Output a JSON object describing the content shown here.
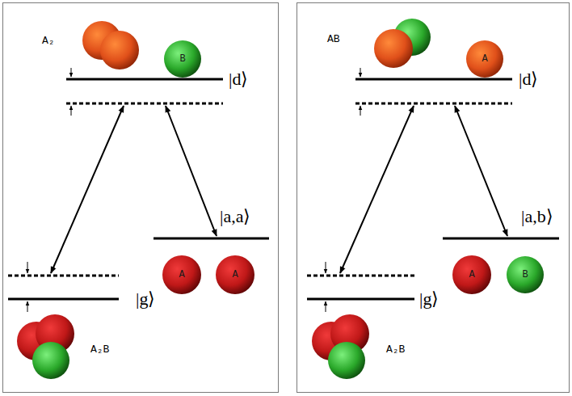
{
  "diagram": {
    "nodes": [
      {
        "text": [
          "B"
        ]
      },
      {
        "text": [
          "A"
        ]
      },
      {
        "text": [
          "A"
        ]
      },
      {
        "text": [
          "A"
        ]
      },
      {
        "text": [
          "A"
        ]
      },
      {
        "text": [
          "B"
        ]
      }
    ],
    "labels": [
      "A₂",
      "|d⟩",
      "|a,a⟩",
      "|g⟩",
      "A₂B",
      "AB",
      "|d⟩",
      "|a,b⟩",
      "|g⟩",
      "A₂B"
    ]
  }
}
